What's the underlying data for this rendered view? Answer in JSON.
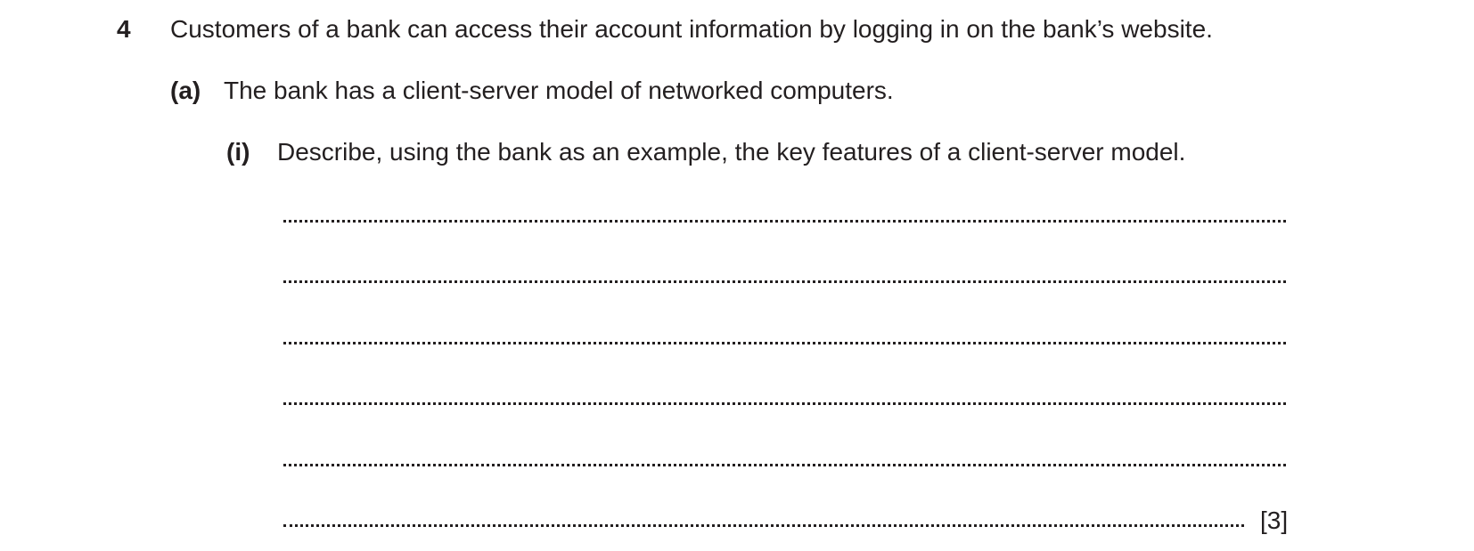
{
  "question": {
    "number": "4",
    "stem": "Customers of a bank can access their account information by logging in on the bank’s website."
  },
  "part_a": {
    "label": "(a)",
    "text": "The bank has a client-server model of networked computers."
  },
  "part_a_i": {
    "label": "(i)",
    "text": "Describe, using the bank as an example, the key features of a client-server model.",
    "answer_lines": 6,
    "marks": "[3]"
  }
}
